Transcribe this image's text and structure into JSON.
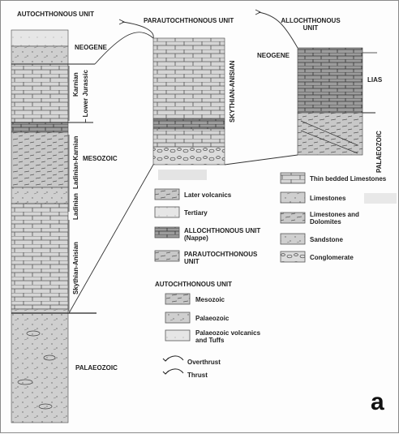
{
  "columns": {
    "autochthonous": {
      "title": "AUTOCHTHONOUS UNIT",
      "labels": {
        "neogene": "NEOGENE",
        "karnian": "Karnian",
        "lower_jurassic": "– Lower Jurassic",
        "ladinian_karnian": "Ladinian-Karnian",
        "ladinian": "Ladinian",
        "mesozoic": "MESOZOIC",
        "skythian_anisian": "Skythian-Anisian",
        "palaeozoic": "PALAEOZOIC"
      }
    },
    "parautochthonous": {
      "title": "PARAUTOCHTHONOUS UNIT",
      "side_label": "SKYTHIAN-ANISIAN"
    },
    "allochthonous": {
      "title": "ALLOCHTHONOUS UNIT",
      "labels": {
        "neogene": "NEOGENE",
        "lias": "LIAS",
        "palaeozoic": "PALAEOZOIC"
      }
    }
  },
  "legend": {
    "left": [
      {
        "text": "Later volcanics"
      },
      {
        "text": "Tertiary"
      },
      {
        "text": "ALLOCHTHONOUS UNIT (Nappe)"
      },
      {
        "text": "PARAUTOCHTHONOUS UNIT"
      }
    ],
    "auto_heading": "AUTOCHTHONOUS UNIT",
    "auto_items": [
      {
        "text": "Mesozoic"
      },
      {
        "text": "Palaeozoic"
      },
      {
        "text": "Palaeozoic volcanics and Tuffs"
      }
    ],
    "overthrust": "Overthrust",
    "thrust": "Thrust",
    "right": [
      {
        "text": "Thin bedded Limestones"
      },
      {
        "text": "Limestones"
      },
      {
        "text": "Limestones and Dolomites"
      },
      {
        "text": "Sandstone"
      },
      {
        "text": "Conglomerate"
      }
    ]
  },
  "panel_letter": "a"
}
